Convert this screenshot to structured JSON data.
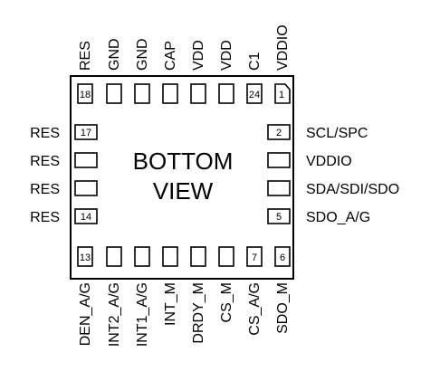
{
  "package": {
    "view_text_line1": "BOTTOM",
    "view_text_line2": "VIEW"
  },
  "pins": {
    "top": [
      "RES",
      "GND",
      "GND",
      "CAP",
      "VDD",
      "VDD",
      "C1",
      "VDDIO"
    ],
    "bottom": [
      "DEN_A/G",
      "INT2_A/G",
      "INT1_A/G",
      "INT_M",
      "DRDY_M",
      "CS_M",
      "CS_A/G",
      "SDO_M"
    ],
    "left": [
      "RES",
      "RES",
      "RES",
      "RES"
    ],
    "right": [
      "SCL/SPC",
      "VDDIO",
      "SDA/SDI/SDO",
      "SDO_A/G"
    ]
  },
  "pin_numbers": {
    "top_first": "18",
    "top_c1": "24",
    "top_last": "1",
    "left_first": "17",
    "left_last": "14",
    "right_first": "2",
    "right_last": "5",
    "bottom_first": "13",
    "bottom_cs_ag": "7",
    "bottom_last": "6"
  }
}
